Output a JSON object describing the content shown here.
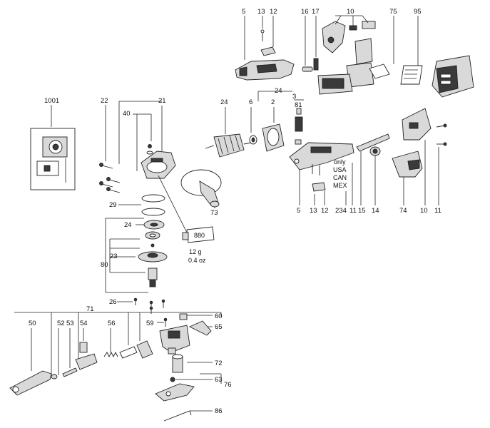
{
  "labels": {
    "p5_top": "5",
    "p13_top": "13",
    "p12_top": "12",
    "p16": "16",
    "p17": "17",
    "p10_top": "10",
    "p75": "75",
    "p95": "95",
    "p1001": "1001",
    "p22": "22",
    "p21": "21",
    "p40": "40",
    "p24_left": "24",
    "p6": "6",
    "p2": "2",
    "p24_mid": "24",
    "p3": "3",
    "p81": "81",
    "p29": "29",
    "p73": "73",
    "p24_gear": "24",
    "p23": "23",
    "p80": "80",
    "p26": "26",
    "p71": "71",
    "p59": "59",
    "p60": "60",
    "p65": "65",
    "p50": "50",
    "p52": "52",
    "p53": "53",
    "p54": "54",
    "p56": "56",
    "p72": "72",
    "p63": "63",
    "p76": "76",
    "p86": "86",
    "p5_bot": "5",
    "p12_bot": "12",
    "p13_bot": "13",
    "p234": "234",
    "p11_mid": "11",
    "p15": "15",
    "p14": "14",
    "p74": "74",
    "p10_bot": "10",
    "p11_right": "11"
  },
  "notes": {
    "grease_box": "880",
    "grease_weight": "12 g",
    "grease_oz": "0.4 oz",
    "region_only": "only",
    "region_usa": "USA",
    "region_can": "CAN",
    "region_mex": "MEX"
  }
}
